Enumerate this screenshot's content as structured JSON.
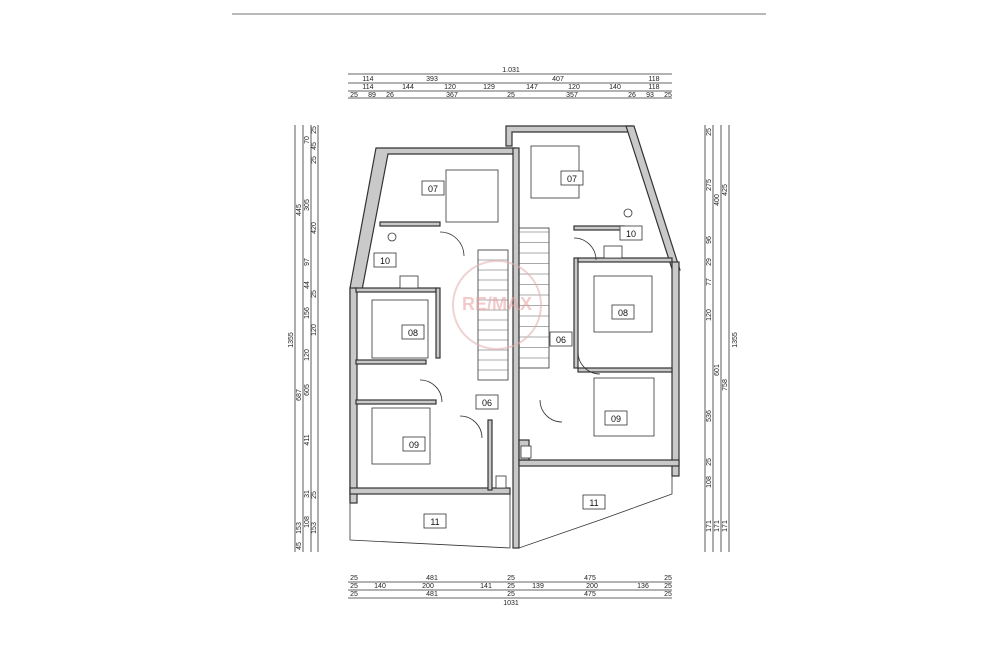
{
  "rooms": {
    "bed_top_left": "07",
    "bed_top_right": "07",
    "bath_left": "10",
    "bath_right": "10",
    "bed_mid_left": "08",
    "bed_mid_right": "08",
    "hall_left": "06",
    "hall_right": "06",
    "bed_low_left": "09",
    "bed_low_right": "09",
    "terrace_left": "11",
    "terrace_right": "11"
  },
  "dims_top": {
    "total": "1.031",
    "row1": [
      "114",
      "393",
      "407",
      "118"
    ],
    "row2": [
      "114",
      "144",
      "120",
      "129",
      "147",
      "120",
      "140",
      "118"
    ],
    "row3": [
      "25",
      "89",
      "26",
      "367",
      "25",
      "357",
      "26",
      "93",
      "25"
    ]
  },
  "dims_bottom": {
    "row1": [
      "25",
      "481",
      "25",
      "475",
      "25"
    ],
    "row2": [
      "25",
      "140",
      "200",
      "141",
      "25",
      "139",
      "200",
      "136",
      "25"
    ],
    "row3": [
      "25",
      "481",
      "25",
      "475",
      "25"
    ],
    "total": "1031"
  },
  "dims_left": {
    "total": "1355",
    "col_a": [
      "445",
      "687",
      "153",
      "45"
    ],
    "col_b": [
      "70",
      "305",
      "97",
      "44",
      "156",
      "120",
      "605",
      "411",
      "31",
      "108"
    ],
    "col_c": [
      "25",
      "45",
      "25",
      "420",
      "25",
      "120",
      "25",
      "153"
    ]
  },
  "dims_right": {
    "total": "1355",
    "col_a": [
      "425",
      "758",
      "171"
    ],
    "col_b": [
      "400",
      "601",
      "171"
    ],
    "col_c": [
      "25",
      "275",
      "96",
      "29",
      "77",
      "120",
      "536",
      "25",
      "108",
      "171"
    ]
  },
  "watermark": {
    "text": "RE/MAX"
  }
}
